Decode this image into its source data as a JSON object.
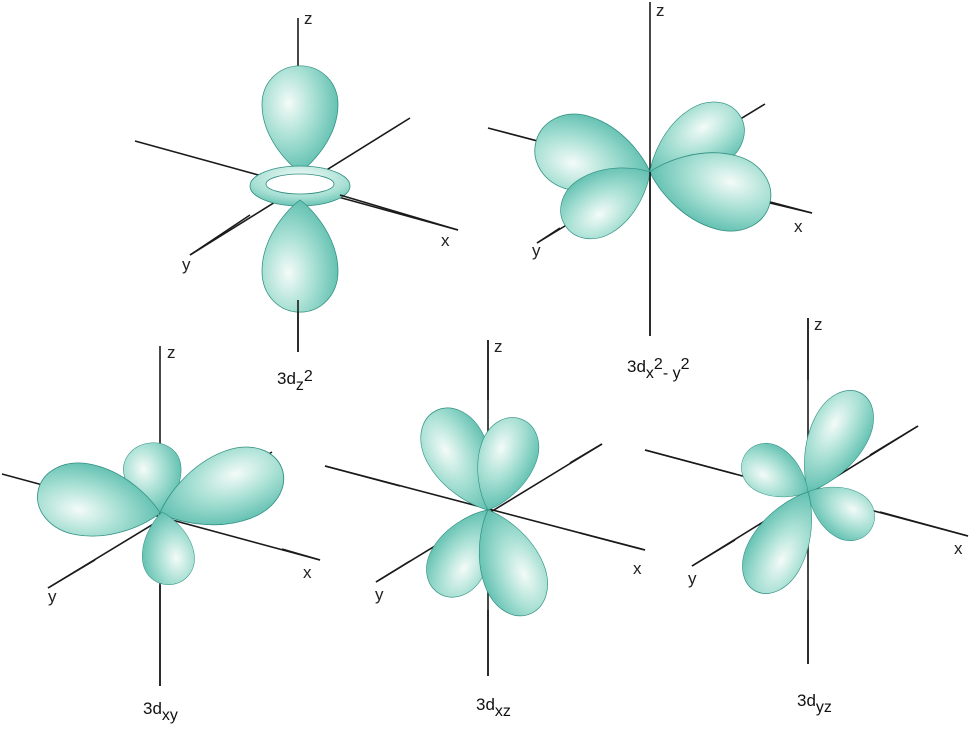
{
  "colors": {
    "lobe_light": "#f4fbf8",
    "lobe_mid": "#a8e0d4",
    "lobe_dark": "#4fb8a8",
    "lobe_edge": "#2f8f80",
    "axis": "#1a1a1a"
  },
  "orbitals": [
    {
      "id": "dz2",
      "label_main": "3d",
      "label_sub": "z",
      "label_sup": "2",
      "axes": {
        "x": "x",
        "y": "y",
        "z": "z"
      }
    },
    {
      "id": "dx2y2",
      "label_main": "3d",
      "label_sub": "x",
      "label_sup": "2",
      "label_sub2": "- y",
      "label_sup2": "2",
      "axes": {
        "x": "x",
        "y": "y",
        "z": "z"
      }
    },
    {
      "id": "dxy",
      "label_main": "3d",
      "label_sub": "xy",
      "axes": {
        "x": "x",
        "y": "y",
        "z": "z"
      }
    },
    {
      "id": "dxz",
      "label_main": "3d",
      "label_sub": "xz",
      "axes": {
        "x": "x",
        "y": "y",
        "z": "z"
      }
    },
    {
      "id": "dyz",
      "label_main": "3d",
      "label_sub": "yz",
      "axes": {
        "x": "x",
        "y": "y",
        "z": "z"
      }
    }
  ]
}
